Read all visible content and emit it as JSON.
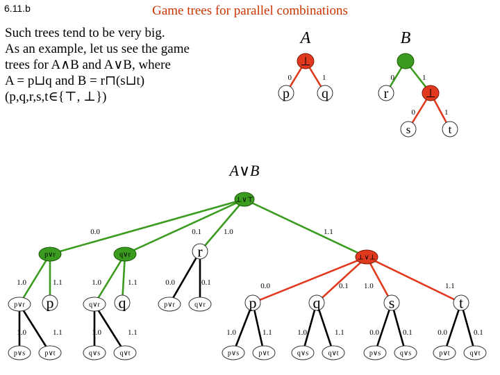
{
  "slide_number": "6.11.b",
  "title": "Game trees for parallel combinations",
  "intro_lines": [
    "Such trees tend to be very big.",
    "As an example, let us see the game",
    "trees for A∧B and A∨B, where",
    "A = p⊔q and B = r⊓(s⊔t)",
    "(p,q,r,s,t∈{⊤, ⊥})"
  ],
  "tree_labels": {
    "A": "A",
    "B": "B",
    "AorB": "A∨B"
  },
  "colors": {
    "red": "#e0391e",
    "green": "#3a9b1f",
    "label": "#000000",
    "title": "#cc3300"
  },
  "nodes": [
    {
      "id": "A_root",
      "label": "⊥",
      "shape": "red"
    },
    {
      "id": "A_p",
      "label": "p",
      "shape": "plain"
    },
    {
      "id": "A_q",
      "label": "q",
      "shape": "plain"
    },
    {
      "id": "B_root",
      "label": "",
      "shape": "green"
    },
    {
      "id": "B_r",
      "label": "r",
      "shape": "plain"
    },
    {
      "id": "B_bot",
      "label": "⊥",
      "shape": "red"
    },
    {
      "id": "B_s",
      "label": "s",
      "shape": "plain"
    },
    {
      "id": "B_t",
      "label": "t",
      "shape": "plain"
    },
    {
      "id": "C_root",
      "label": "⊥∨⊤",
      "shape": "green"
    },
    {
      "id": "C_pvr",
      "label": "p∨r",
      "shape": "green"
    },
    {
      "id": "C_qvr",
      "label": "q∨r",
      "shape": "green"
    },
    {
      "id": "C_r",
      "label": "r",
      "shape": "plain"
    },
    {
      "id": "C_bvb",
      "label": "⊥∨⊥",
      "shape": "red"
    },
    {
      "id": "L2_pvr",
      "label": "p∨r",
      "shape": "plain"
    },
    {
      "id": "L2_p",
      "label": "p",
      "shape": "plain"
    },
    {
      "id": "L2_qvr",
      "label": "q∨r",
      "shape": "plain"
    },
    {
      "id": "L2_q",
      "label": "q",
      "shape": "plain"
    },
    {
      "id": "L2_pvr2",
      "label": "p∨r",
      "shape": "plain"
    },
    {
      "id": "L2_qvr2",
      "label": "q∨r",
      "shape": "plain"
    },
    {
      "id": "L2_p2",
      "label": "p",
      "shape": "plain"
    },
    {
      "id": "L2_q2",
      "label": "q",
      "shape": "plain"
    },
    {
      "id": "L2_s",
      "label": "s",
      "shape": "plain"
    },
    {
      "id": "L2_t",
      "label": "t",
      "shape": "plain"
    },
    {
      "id": "L3_pvs",
      "label": "p∨s",
      "shape": "plain"
    },
    {
      "id": "L3_pvt",
      "label": "p∨t",
      "shape": "plain"
    },
    {
      "id": "L3_qvs",
      "label": "q∨s",
      "shape": "plain"
    },
    {
      "id": "L3_qvt",
      "label": "q∨t",
      "shape": "plain"
    },
    {
      "id": "L3_pvs2",
      "label": "p∨s",
      "shape": "plain"
    },
    {
      "id": "L3_pvt2",
      "label": "p∨t",
      "shape": "plain"
    },
    {
      "id": "L3_qvs2",
      "label": "q∨s",
      "shape": "plain"
    },
    {
      "id": "L3_qvt2",
      "label": "q∨t",
      "shape": "plain"
    },
    {
      "id": "L3_pvs3",
      "label": "p∨s",
      "shape": "plain"
    },
    {
      "id": "L3_qvs3",
      "label": "q∨s",
      "shape": "plain"
    },
    {
      "id": "L3_pvt3",
      "label": "p∨t",
      "shape": "plain"
    },
    {
      "id": "L3_qvt3",
      "label": "q∨t",
      "shape": "plain"
    }
  ],
  "edges": [
    {
      "from": "A_root",
      "to": "A_p",
      "label": "0",
      "color": "red"
    },
    {
      "from": "A_root",
      "to": "A_q",
      "label": "1",
      "color": "red"
    },
    {
      "from": "B_root",
      "to": "B_r",
      "label": "0",
      "color": "green"
    },
    {
      "from": "B_root",
      "to": "B_bot",
      "label": "1",
      "color": "green"
    },
    {
      "from": "B_bot",
      "to": "B_s",
      "label": "0",
      "color": "red"
    },
    {
      "from": "B_bot",
      "to": "B_t",
      "label": "1",
      "color": "red"
    },
    {
      "from": "C_root",
      "to": "C_pvr",
      "label": "0.0",
      "color": "green"
    },
    {
      "from": "C_root",
      "to": "C_qvr",
      "label": "0.1",
      "color": "green"
    },
    {
      "from": "C_root",
      "to": "C_r",
      "label": "1.0",
      "color": "green"
    },
    {
      "from": "C_root",
      "to": "C_bvb",
      "label": "1.1",
      "color": "green"
    },
    {
      "from": "C_pvr",
      "to": "L2_pvr",
      "label": "1.0",
      "color": "green"
    },
    {
      "from": "C_pvr",
      "to": "L2_p",
      "label": "1.1",
      "color": "green"
    },
    {
      "from": "C_qvr",
      "to": "L2_qvr",
      "label": "1.0",
      "color": "green"
    },
    {
      "from": "C_qvr",
      "to": "L2_q",
      "label": "1.1",
      "color": "green"
    },
    {
      "from": "C_r",
      "to": "L2_pvr2",
      "label": "0.0",
      "color": "black"
    },
    {
      "from": "C_r",
      "to": "L2_qvr2",
      "label": "0.1",
      "color": "black"
    },
    {
      "from": "C_bvb",
      "to": "L2_p2",
      "label": "0.0",
      "color": "red"
    },
    {
      "from": "C_bvb",
      "to": "L2_q2",
      "label": "0.1",
      "color": "red"
    },
    {
      "from": "C_bvb",
      "to": "L2_s",
      "label": "1.0",
      "color": "red"
    },
    {
      "from": "C_bvb",
      "to": "L2_t",
      "label": "1.1",
      "color": "red"
    },
    {
      "from": "L2_pvr",
      "to": "L3_pvs",
      "label": "1.0",
      "color": "black"
    },
    {
      "from": "L2_pvr",
      "to": "L3_pvt",
      "label": "1.1",
      "color": "black"
    },
    {
      "from": "L2_qvr",
      "to": "L3_qvs",
      "label": "1.0",
      "color": "black"
    },
    {
      "from": "L2_qvr",
      "to": "L3_qvt",
      "label": "1.1",
      "color": "black"
    },
    {
      "from": "L2_p2",
      "to": "L3_pvs2",
      "label": "1.0",
      "color": "black"
    },
    {
      "from": "L2_p2",
      "to": "L3_pvt2",
      "label": "1.1",
      "color": "black"
    },
    {
      "from": "L2_q2",
      "to": "L3_qvs2",
      "label": "1.0",
      "color": "black"
    },
    {
      "from": "L2_q2",
      "to": "L3_qvt2",
      "label": "1.1",
      "color": "black"
    },
    {
      "from": "L2_s",
      "to": "L3_pvs3",
      "label": "0.0",
      "color": "black"
    },
    {
      "from": "L2_s",
      "to": "L3_qvs3",
      "label": "0.1",
      "color": "black"
    },
    {
      "from": "L2_t",
      "to": "L3_pvt3",
      "label": "0.0",
      "color": "black"
    },
    {
      "from": "L2_t",
      "to": "L3_qvt3",
      "label": "0.1",
      "color": "black"
    }
  ]
}
